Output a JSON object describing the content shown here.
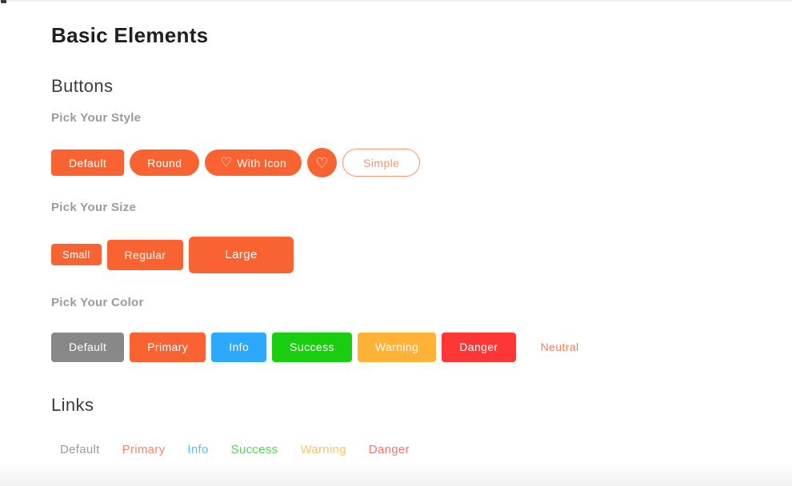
{
  "page": {
    "title": "Basic Elements"
  },
  "theme": {
    "primary": "#f96332",
    "simple_border": "#f9946f",
    "heading_muted": "#9a9a9a",
    "heart_icon": "♡"
  },
  "buttons_section": {
    "title": "Buttons",
    "style": {
      "heading": "Pick Your Style",
      "items": [
        {
          "label": "Default"
        },
        {
          "label": "Round"
        },
        {
          "label": "With Icon",
          "icon": "♡"
        },
        {
          "icon": "♡"
        },
        {
          "label": "Simple"
        }
      ]
    },
    "size": {
      "heading": "Pick Your Size",
      "items": [
        {
          "label": "Small"
        },
        {
          "label": "Regular"
        },
        {
          "label": "Large"
        }
      ]
    },
    "color": {
      "heading": "Pick Your Color",
      "items": [
        {
          "label": "Default",
          "color": "#888888",
          "text_color": "#ffffff"
        },
        {
          "label": "Primary",
          "color": "#f96332",
          "text_color": "#ffffff"
        },
        {
          "label": "Info",
          "color": "#2ca8ff",
          "text_color": "#ffffff"
        },
        {
          "label": "Success",
          "color": "#18ce0f",
          "text_color": "#ffffff"
        },
        {
          "label": "Warning",
          "color": "#ffb236",
          "text_color": "#ffffff"
        },
        {
          "label": "Danger",
          "color": "#ff3636",
          "text_color": "#ffffff"
        },
        {
          "label": "Neutral",
          "color": "#ffffff",
          "text_color": "#fa7a55"
        }
      ]
    }
  },
  "links_section": {
    "title": "Links",
    "items": [
      {
        "label": "Default",
        "color": "#9a9a9a"
      },
      {
        "label": "Primary",
        "color": "#fc8568"
      },
      {
        "label": "Info",
        "color": "#58bdff"
      },
      {
        "label": "Success",
        "color": "#4fd948"
      },
      {
        "label": "Warning",
        "color": "#ffc45f"
      },
      {
        "label": "Danger",
        "color": "#ff7070"
      }
    ]
  }
}
